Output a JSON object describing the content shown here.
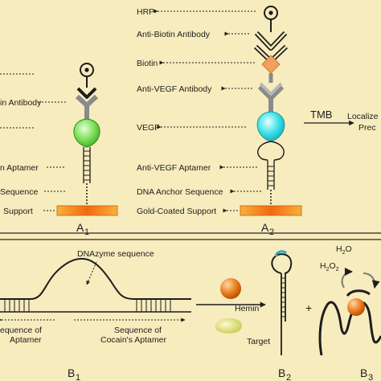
{
  "panel_a": {
    "labels_a1": {
      "antibody": "in Antibody",
      "aptamer": "n Aptamer",
      "anchor": "Sequence",
      "support": "Support"
    },
    "labels_a2": {
      "hrp": "HRP",
      "anti_biotin": "Anti-Biotin Antibody",
      "biotin": "Biotin",
      "anti_vegf_ab": "Anti-VEGF Antibody",
      "vegf": "VEGF",
      "anti_vegf_apt": "Anti-VEGF Aptamer",
      "anchor": "DNA Anchor Sequence",
      "support": "Gold-Coated Support"
    },
    "tmb": "TMB",
    "localized_line1": "Localize",
    "localized_line2": "Prec",
    "a1_main": "A",
    "a1_sub": "1",
    "a2_main": "A",
    "a2_sub": "2"
  },
  "panel_b": {
    "dnazyme": "DNAzyme sequence",
    "seq_left_1": "equence of",
    "seq_left_2": "Aptamer",
    "seq_right_1": "Sequence of",
    "seq_right_2": "Cocain's Aptamer",
    "hemin": "Hemin",
    "target": "Target",
    "plus": "+",
    "h2o_main": "H",
    "h2o_sub": "2",
    "h2o_tail": "O",
    "h2o2_main": "H",
    "h2o2_sub": "2",
    "h2o2_mid": "O",
    "h2o2_sub2": "2",
    "b1_main": "B",
    "b1_sub": "1",
    "b2_main": "B",
    "b2_sub": "2",
    "b3_main": "B",
    "b3_sub": "3"
  },
  "colors": {
    "background": "#f7ecbd",
    "line": "#1d1d1d",
    "antibody_grey": "#8a8a8a",
    "biotin_orange": "#f0a060",
    "vegf_green": "#7de05a",
    "vegf_cyan": "#3fe0e8",
    "support_orange": "#f08020",
    "hemin_orange": "#e8781a",
    "target_yellow": "#e6e060"
  }
}
